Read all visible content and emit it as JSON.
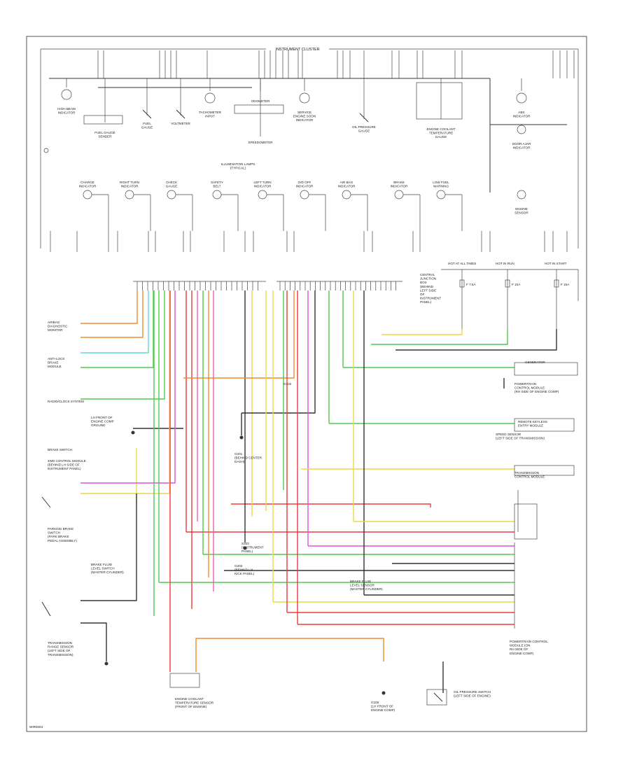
{
  "header": {
    "title": "INSTRUMENT CLUSTER"
  },
  "cluster": {
    "illumination_label": "ILLUMINATION LAMPS\n(TYPICAL)",
    "top_components": [
      {
        "id": "hd",
        "label": "HIGH BEAM\nINDICATOR"
      },
      {
        "id": "sp",
        "label": "FUEL GAUGE\nSENDER"
      },
      {
        "id": "fu",
        "label": "FUEL\nGAUGE"
      },
      {
        "id": "vo",
        "label": "VOLTMETER"
      },
      {
        "id": "ta",
        "label": "TACHOMETER\nINPUT"
      },
      {
        "id": "om",
        "label": "ODOMETER"
      },
      {
        "id": "sm",
        "label": "SPEEDOMETER"
      },
      {
        "id": "ss",
        "label": "SERVICE\nENGINE SOON\nINDICATOR"
      },
      {
        "id": "op",
        "label": "OIL PRESSURE\nGAUGE"
      },
      {
        "id": "ct",
        "label": "ENGINE COOLANT\nTEMPERATURE\nGAUGE"
      },
      {
        "id": "ab",
        "label": "ABS\nINDICATOR"
      },
      {
        "id": "dr",
        "label": "DOOR AJAR\nINDICATOR"
      }
    ],
    "bottom_components": [
      {
        "id": "ch",
        "label": "CHARGE\nINDICATOR"
      },
      {
        "id": "rt",
        "label": "RIGHT TURN\nINDICATOR"
      },
      {
        "id": "ck",
        "label": "CHECK\nGAUGE"
      },
      {
        "id": "sb",
        "label": "SAFETY\nBELT"
      },
      {
        "id": "lt",
        "label": "LEFT TURN\nINDICATOR"
      },
      {
        "id": "od",
        "label": "O/D OFF\nINDICATOR"
      },
      {
        "id": "al",
        "label": "AIR BAG\nINDICATOR"
      },
      {
        "id": "br",
        "label": "BRAKE\nINDICATOR"
      },
      {
        "id": "ls",
        "label": "LOW FUEL\nWARNING"
      }
    ]
  },
  "left_labels": [
    {
      "text": "AIRBAG\nDIAGNOSTIC\nMONITOR"
    },
    {
      "text": "ANTI-LOCK\nBRAKE\nMODULE"
    },
    {
      "text": "RADIO/CLOCK SYSTEM"
    },
    {
      "text": "LH FRONT OF\nENGINE COMP\nGROUND"
    },
    {
      "text": "BRAKE SWITCH"
    },
    {
      "text": "4WD CONTROL MODULE\n(BEHIND LH SIDE OF\nINSTRUMENT PANEL)"
    },
    {
      "text": "PARKING BRAKE\nSWITCH\n(PARK BRAKE\nPEDAL ASSEMBLY)"
    },
    {
      "text": "TRANSMISSION\nRANGE SENSOR\n(LEFT SIDE OF\nTRANSMISSION)"
    },
    {
      "text": "BRAKE FLUID\nLEVEL SWITCH\n(MASTER CYLINDER)"
    }
  ],
  "right_labels": [
    {
      "text": "GENERATOR"
    },
    {
      "text": "POWERTRAIN\nCONTROL MODULE\n(RH SIDE OF ENGINE COMP)"
    },
    {
      "text": "REMOTE KEYLESS\nENTRY MODULE"
    },
    {
      "text": "SPEED SENSOR\n(LEFT SIDE OF TRANSMISSION)"
    },
    {
      "text": "TRANSMISSION\nCONTROL MODULE"
    },
    {
      "text": "POWERTRAIN CONTROL\nMODULE (ON\nRH SIDE OF\nENGINE COMP)"
    },
    {
      "text": "OIL PRESSURE SWITCH\n(LEFT SIDE OF ENGINE)"
    },
    {
      "text": "HOT AT ALL TIMES"
    },
    {
      "text": "HOT IN RUN"
    },
    {
      "text": "HOT IN START"
    }
  ],
  "mid_labels": [
    {
      "text": "G102"
    },
    {
      "text": "G201\n(BEHIND CENTER\nDASH)"
    },
    {
      "text": "G203\n(BEHIND LH\nKICK PANEL)"
    },
    {
      "text": "S203\n(INSTRUMENT\nPANEL)"
    },
    {
      "text": "BRAKE FLUID\nLEVEL SENSOR\n(MASTER CYLINDER)"
    },
    {
      "text": "ENGINE COOLANT\nTEMPERATURE SENSOR\n(FRONT OF ENGINE)"
    },
    {
      "text": "G100\n(LH FRONT OF\nENGINE COMP)"
    }
  ],
  "fuse_panel": {
    "label": "CENTRAL\nJUNCTION\nBOX\n(BEHIND\nLEFT SIDE\nOF\nINSTRUMENT\nPANEL)",
    "fuses": [
      "F 7.5A",
      "F 10A",
      "F 15A"
    ]
  },
  "footer": {
    "ref": "WIR0004"
  },
  "colors": {
    "orange": "#f08a2c",
    "green": "#4fc84f",
    "cyan": "#58d8e0",
    "red": "#ee3b3b",
    "pink": "#ee5fb0",
    "yellow": "#e8d84a",
    "magenta": "#e050e0",
    "black": "#333333"
  }
}
